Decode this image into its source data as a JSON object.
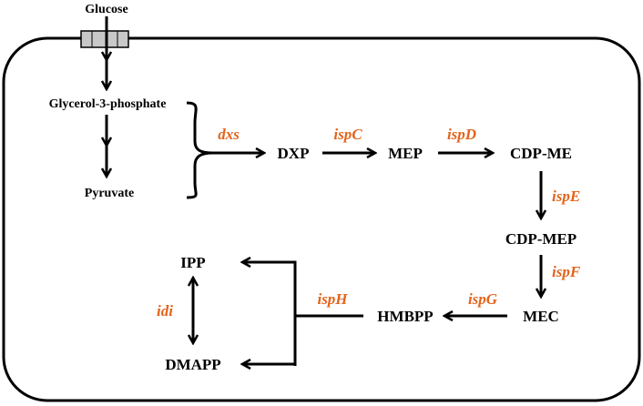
{
  "metabolites": {
    "glucose": "Glucose",
    "g3p": "Glycerol-3-phosphate",
    "pyruvate": "Pyruvate",
    "dxp": "DXP",
    "mep": "MEP",
    "cdp_me": "CDP-ME",
    "cdp_mep": "CDP-MEP",
    "mec": "MEC",
    "hmbpp": "HMBPP",
    "ipp": "IPP",
    "dmapp": "DMAPP"
  },
  "genes": {
    "dxs": "dxs",
    "ispC": "ispC",
    "ispD": "ispD",
    "ispE": "ispE",
    "ispF": "ispF",
    "ispG": "ispG",
    "ispH": "ispH",
    "idi": "idi"
  },
  "colors": {
    "gene": "#e2641c",
    "metabolite": "#000000",
    "transporter": "#c8c8c8"
  }
}
